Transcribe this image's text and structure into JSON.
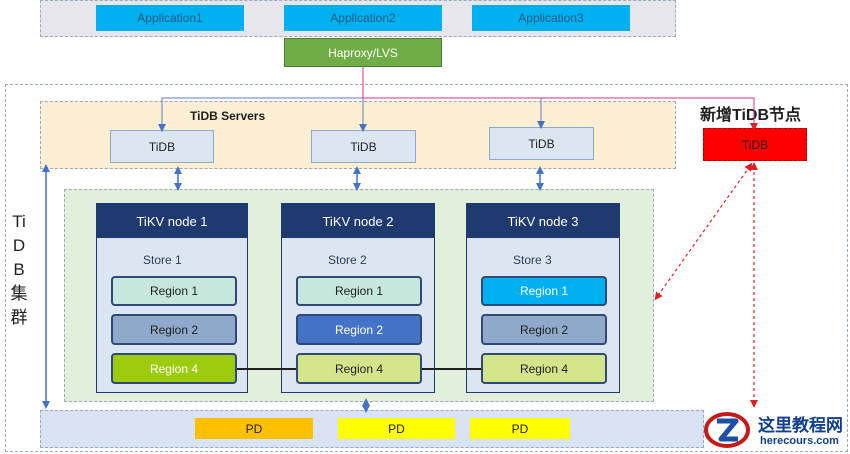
{
  "applications": [
    "Application1",
    "Application2",
    "Application3"
  ],
  "proxy": "Haproxy/LVS",
  "tidb_servers": {
    "title": "TiDB Servers",
    "nodes": [
      "TiDB",
      "TiDB",
      "TiDB"
    ]
  },
  "new_tidb": {
    "title": "新增TiDB节点",
    "node": "TiDB"
  },
  "cluster_label": [
    "Ti",
    "D",
    "B",
    "集",
    "群"
  ],
  "tikv_nodes": [
    {
      "title": "TiKV node  1",
      "store": "Store 1",
      "regions": [
        "Region 1",
        "Region 2",
        "Region 4"
      ]
    },
    {
      "title": "TiKV node  2",
      "store": "Store 2",
      "regions": [
        "Region 1",
        "Region 2",
        "Region 4"
      ]
    },
    {
      "title": "TiKV node  3",
      "store": "Store 3",
      "regions": [
        "Region 1",
        "Region 2",
        "Region 4"
      ]
    }
  ],
  "pd": [
    "PD",
    "PD",
    "PD"
  ],
  "watermark": {
    "title": "这里教程网",
    "url": "herecours.com"
  },
  "colors": {
    "app": "#00b0f0",
    "proxy": "#70ad47",
    "new_tidb": "#ff0000",
    "tidb_area": "#fcefd4",
    "tikv_area": "#e2efda",
    "pd_area": "#dae3f3",
    "node_header": "#1f3a6e"
  }
}
